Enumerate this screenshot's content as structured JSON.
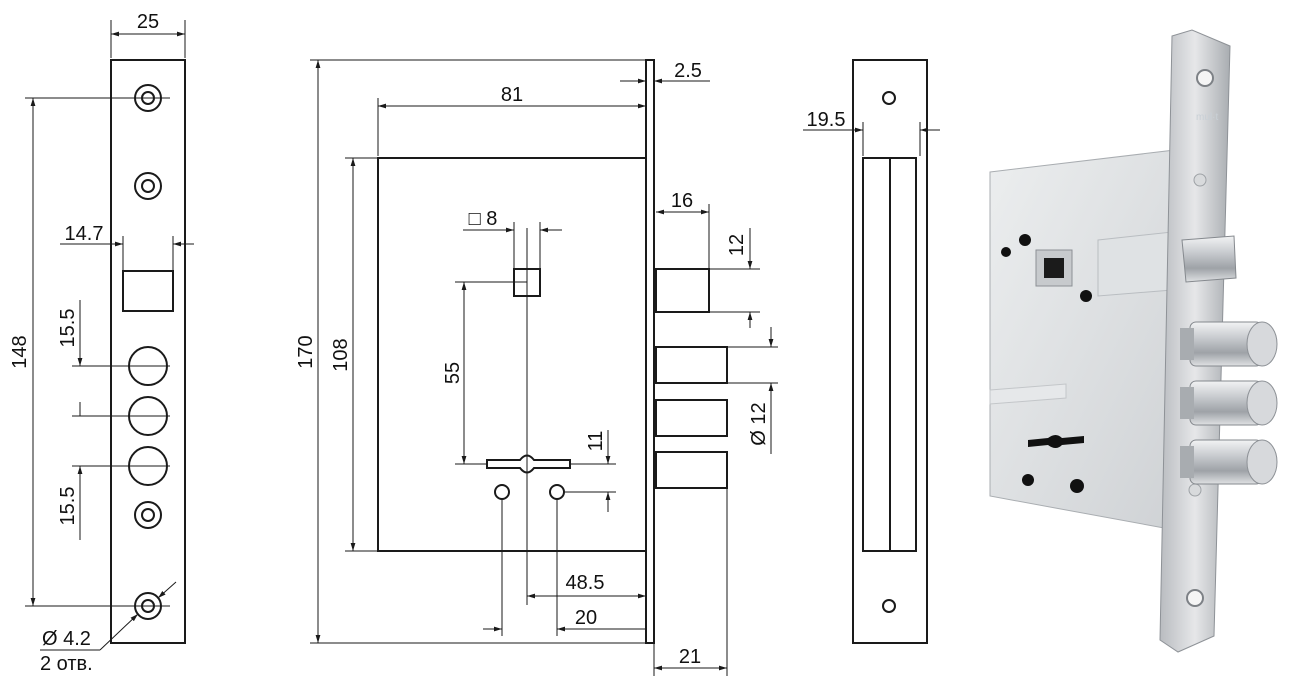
{
  "strike_plate_view": {
    "dim_width": "25",
    "dim_height": "148",
    "dim_slot_width": "14.7",
    "dim_spacing_top": "15.5",
    "dim_spacing_bottom": "15.5",
    "dim_hole_diameter": "Ø 4.2",
    "hole_count_note": "2 отв."
  },
  "front_view": {
    "dim_plate_thickness": "2.5",
    "dim_case_width": "81",
    "dim_total_height": "170",
    "dim_case_height": "108",
    "dim_spindle_square": "□ 8",
    "dim_spindle_to_key": "55",
    "dim_key_slot": "11",
    "dim_backset": "48.5",
    "dim_key_offset": "20",
    "dim_latch_throw": "16",
    "dim_latch_height": "12",
    "dim_bolt_diameter": "Ø 12",
    "dim_bolt_throw": "21"
  },
  "side_view": {
    "dim_depth": "19.5"
  },
  "photo": {
    "description_icon": "mortise-lock-photo-icon",
    "colors": {
      "body": "#d9dcdf",
      "plate": "#c3c5c8",
      "bolt": "#b7babd"
    }
  }
}
